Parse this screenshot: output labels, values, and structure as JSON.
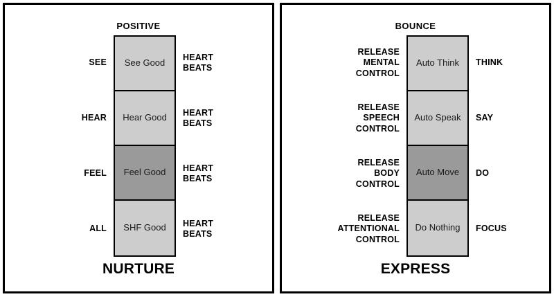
{
  "chart_data": {
    "type": "bar",
    "title": "Nurture / Express stacked segment diagram",
    "orientation": "vertical-stacked",
    "panels": [
      {
        "key": "nurture",
        "header": "POSITIVE",
        "footer": "NURTURE",
        "segments": [
          {
            "inner_label": "SEE",
            "cell_label": "See Good",
            "outer_label": "HEART BEATS",
            "highlight": false,
            "share_pct": 25
          },
          {
            "inner_label": "HEAR",
            "cell_label": "Hear Good",
            "outer_label": "HEART BEATS",
            "highlight": false,
            "share_pct": 25
          },
          {
            "inner_label": "FEEL",
            "cell_label": "Feel Good",
            "outer_label": "HEART BEATS",
            "highlight": true,
            "share_pct": 25
          },
          {
            "inner_label": "ALL",
            "cell_label": "SHF Good",
            "outer_label": "HEART BEATS",
            "highlight": false,
            "share_pct": 25
          }
        ]
      },
      {
        "key": "express",
        "header": "BOUNCE",
        "footer": "EXPRESS",
        "segments": [
          {
            "inner_label": "RELEASE MENTAL CONTROL",
            "cell_label": "Auto Think",
            "outer_label": "THINK",
            "highlight": false,
            "share_pct": 25
          },
          {
            "inner_label": "RELEASE SPEECH CONTROL",
            "cell_label": "Auto Speak",
            "outer_label": "SAY",
            "highlight": false,
            "share_pct": 25
          },
          {
            "inner_label": "RELEASE BODY CONTROL",
            "cell_label": "Auto Move",
            "outer_label": "DO",
            "highlight": true,
            "share_pct": 25
          },
          {
            "inner_label": "RELEASE ATTENTIONAL CONTROL",
            "cell_label": "Do Nothing",
            "outer_label": "FOCUS",
            "highlight": false,
            "share_pct": 25
          }
        ]
      }
    ],
    "colors": {
      "cell_fill": "#CDCDCD",
      "cell_fill_highlight": "#9A9A9A",
      "stroke": "#000000",
      "background": "#FFFFFF",
      "text": "#000000"
    },
    "legend": null,
    "grid": false
  },
  "left_panel": {
    "header": "POSITIVE",
    "footer": "NURTURE",
    "inner_labels": [
      {
        "line1": "SEE"
      },
      {
        "line1": "HEAR"
      },
      {
        "line1": "FEEL"
      },
      {
        "line1": "ALL"
      }
    ],
    "cells": [
      {
        "label": "See Good"
      },
      {
        "label": "Hear Good"
      },
      {
        "label": "Feel Good"
      },
      {
        "label": "SHF Good"
      }
    ],
    "outer_labels": [
      {
        "line1": "HEART",
        "line2": "BEATS"
      },
      {
        "line1": "HEART",
        "line2": "BEATS"
      },
      {
        "line1": "HEART",
        "line2": "BEATS"
      },
      {
        "line1": "HEART",
        "line2": "BEATS"
      }
    ]
  },
  "right_panel": {
    "header": "BOUNCE",
    "footer": "EXPRESS",
    "inner_labels": [
      {
        "line1": "RELEASE",
        "line2": "MENTAL",
        "line3": "CONTROL"
      },
      {
        "line1": "RELEASE",
        "line2": "SPEECH",
        "line3": "CONTROL"
      },
      {
        "line1": "RELEASE",
        "line2": "BODY",
        "line3": "CONTROL"
      },
      {
        "line1": "RELEASE",
        "line2": "ATTENTIONAL",
        "line3": "CONTROL"
      }
    ],
    "cells": [
      {
        "label": "Auto Think"
      },
      {
        "label": "Auto Speak"
      },
      {
        "label": "Auto Move"
      },
      {
        "label": "Do Nothing"
      }
    ],
    "outer_labels": [
      {
        "line1": "THINK"
      },
      {
        "line1": "SAY"
      },
      {
        "line1": "DO"
      },
      {
        "line1": "FOCUS"
      }
    ]
  }
}
